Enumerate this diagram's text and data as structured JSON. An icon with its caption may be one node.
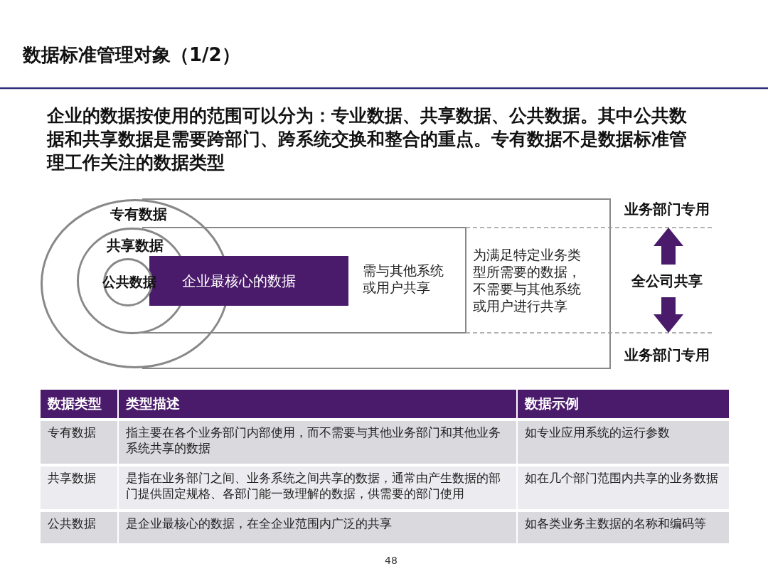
{
  "diagram": {
    "title": "数据标准管理对象（1/2）",
    "nodes": [
      {
        "text": [
          "专有数据"
        ]
      },
      {
        "text": [
          "共享数据"
        ],
        "in": 0
      },
      {
        "text": [
          "公共数据"
        ],
        "in": 1
      },
      {
        "text": [
          "企业最核心的数据"
        ]
      },
      {
        "text": [
          "需与其他系统或用户共享"
        ]
      },
      {
        "text": [
          "为满足特定业务类型所需要的数据，不需要与其他系统或用户进行共享"
        ]
      }
    ],
    "edges": [],
    "labels": [
      "企业的数据按使用的范围可以分为：专业数据、共享数据、公共数据。其中公共数据和共享数据是需要跨部门、跨系统交换和整合的重点。专有数据不是数据标准管理工作关注的数据类型",
      "业务部门专用",
      "全公司共享",
      "业务部门专用",
      "数据类型",
      "类型描述",
      "数据示例",
      "专有数据",
      "指主要在各个业务部门内部使用，而不需要与其他业务部门和其他业务系统共享的数据",
      "如专业应用系统的运行参数",
      "共享数据",
      "是指在业务部门之间、业务系统之间共享的数据，通常由产生数据的部门提供固定规格、各部门能一致理解的数据，供需要的部门使用",
      "如在几个部门范围内共享的业务数据",
      "公共数据",
      "是企业最核心的数据，在全企业范围内广泛的共享",
      "如各类业务主数据的名称和编码等",
      "48"
    ]
  }
}
